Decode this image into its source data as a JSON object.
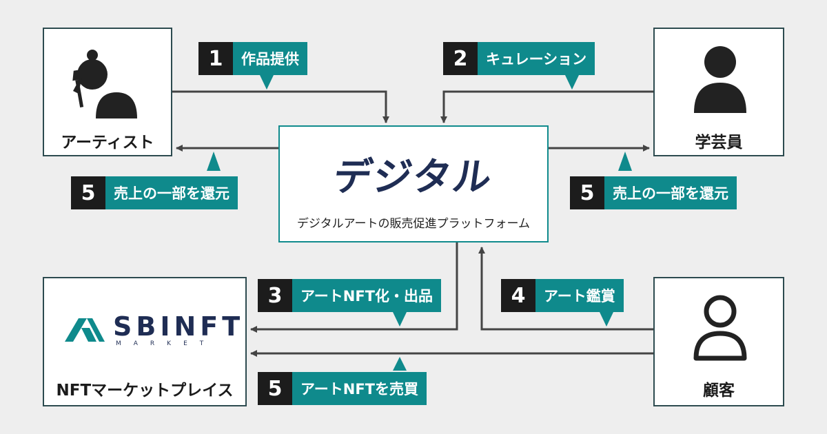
{
  "colors": {
    "teal": "#0f8a8c",
    "black": "#1c1c1c",
    "border": "#2c4a4f",
    "navy": "#1f2d54",
    "background": "#eeeeee"
  },
  "nodes": {
    "artist": {
      "label": "アーティスト",
      "icon": "artist-with-brush-icon"
    },
    "curator": {
      "label": "学芸員",
      "icon": "person-icon"
    },
    "platform": {
      "logo": "デジタル",
      "caption": "デジタルアートの販売促進プラットフォーム"
    },
    "marketplace": {
      "logo_main": "SBINFT",
      "logo_sub": "MARKET",
      "label": "NFTマーケットプレイス"
    },
    "customer": {
      "label": "顧客",
      "icon": "person-outline-icon"
    }
  },
  "steps": [
    {
      "num": "1",
      "text": "作品提供"
    },
    {
      "num": "2",
      "text": "キュレーション"
    },
    {
      "num": "5",
      "text": "売上の一部を還元"
    },
    {
      "num": "5",
      "text": "売上の一部を還元"
    },
    {
      "num": "3",
      "text": "アートNFT化・出品"
    },
    {
      "num": "4",
      "text": "アート鑑賞"
    },
    {
      "num": "5",
      "text": "アートNFTを売買"
    }
  ]
}
